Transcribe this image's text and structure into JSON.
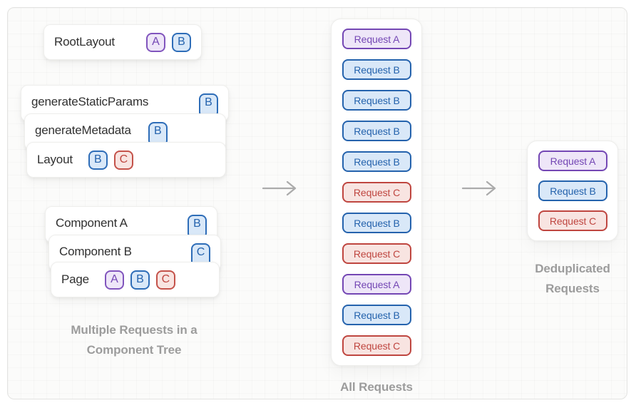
{
  "colors": {
    "purple_border": "#8155bd",
    "purple_bg": "#eee6f8",
    "purple_text": "#7447b4",
    "blue_border": "#2e6db8",
    "blue_bg": "#d9e8f8",
    "blue_text": "#2563ad",
    "red_border": "#c4524a",
    "red_bg": "#f8e4e1",
    "red_text": "#bf4640",
    "caption": "#9c9c9c"
  },
  "left": {
    "root_card": {
      "label": "RootLayout",
      "badges": [
        {
          "letter": "A",
          "color": "purple"
        },
        {
          "letter": "B",
          "color": "blue"
        }
      ]
    },
    "stack1": [
      {
        "label": "generateStaticParams",
        "badges": [
          {
            "letter": "B",
            "color": "blue"
          }
        ]
      },
      {
        "label": "generateMetadata",
        "badges": [
          {
            "letter": "B",
            "color": "blue"
          }
        ]
      },
      {
        "label": "Layout",
        "badges": [
          {
            "letter": "B",
            "color": "blue"
          },
          {
            "letter": "C",
            "color": "red"
          }
        ]
      }
    ],
    "stack2": [
      {
        "label": "Component A",
        "badges": [
          {
            "letter": "B",
            "color": "blue"
          }
        ]
      },
      {
        "label": "Component B",
        "badges": [
          {
            "letter": "C",
            "color": "blue"
          }
        ]
      },
      {
        "label": "Page",
        "badges": [
          {
            "letter": "A",
            "color": "purple"
          },
          {
            "letter": "B",
            "color": "blue"
          },
          {
            "letter": "C",
            "color": "red"
          }
        ]
      }
    ],
    "caption_line1": "Multiple Requests in a",
    "caption_line2": "Component Tree"
  },
  "middle": {
    "requests": [
      {
        "label": "Request A",
        "color": "purple"
      },
      {
        "label": "Request B",
        "color": "blue"
      },
      {
        "label": "Request B",
        "color": "blue"
      },
      {
        "label": "Request B",
        "color": "blue"
      },
      {
        "label": "Request B",
        "color": "blue"
      },
      {
        "label": "Request C",
        "color": "red"
      },
      {
        "label": "Request B",
        "color": "blue"
      },
      {
        "label": "Request C",
        "color": "red"
      },
      {
        "label": "Request A",
        "color": "purple"
      },
      {
        "label": "Request B",
        "color": "blue"
      },
      {
        "label": "Request C",
        "color": "red"
      }
    ],
    "caption": "All Requests"
  },
  "right": {
    "requests": [
      {
        "label": "Request A",
        "color": "purple"
      },
      {
        "label": "Request B",
        "color": "blue"
      },
      {
        "label": "Request C",
        "color": "red"
      }
    ],
    "caption_line1": "Deduplicated",
    "caption_line2": "Requests"
  }
}
